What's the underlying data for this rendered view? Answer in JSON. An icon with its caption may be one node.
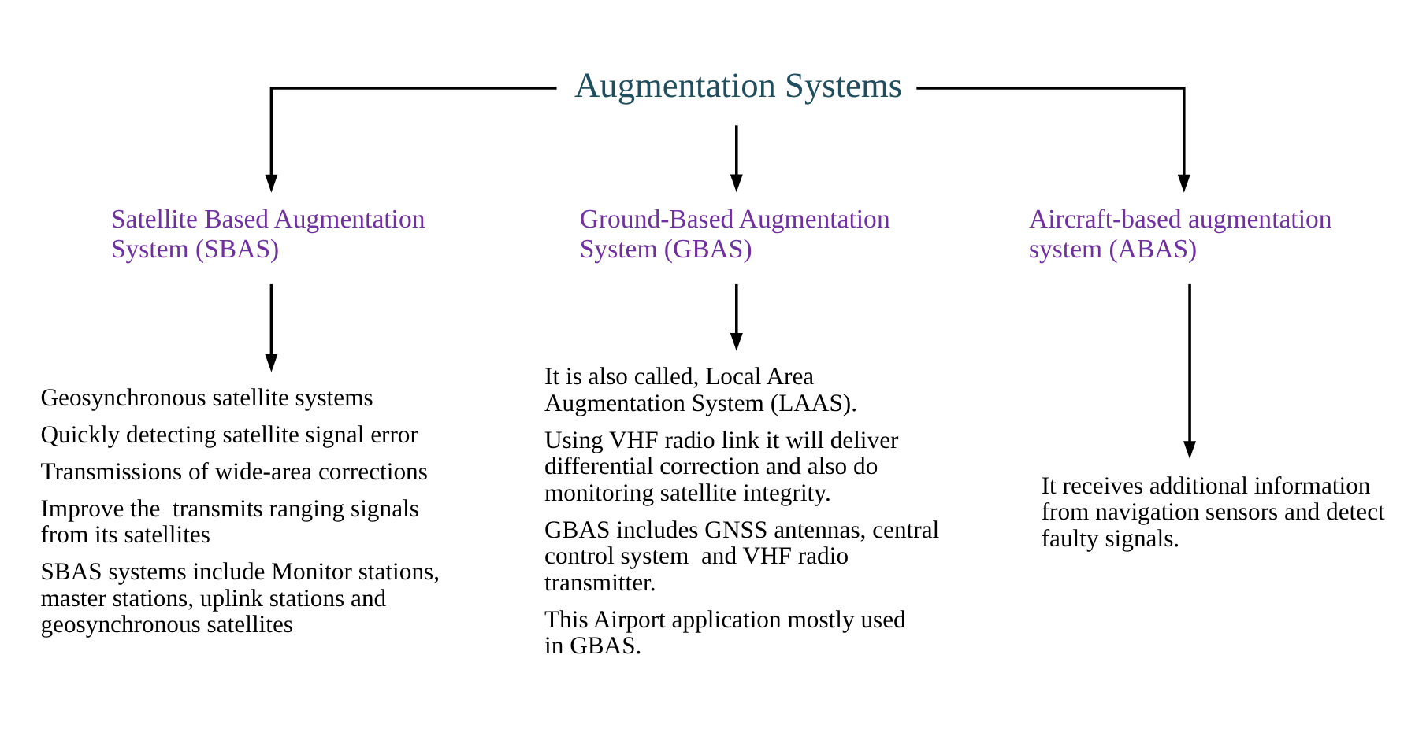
{
  "diagram": {
    "nodes": [
      {
        "text": [
          "Augmentation Systems"
        ]
      },
      {
        "text": [
          "Satellite Based Augmentation System (SBAS)"
        ]
      },
      {
        "text": [
          "Ground-Based Augmentation System (GBAS)"
        ]
      },
      {
        "text": [
          "Aircraft-based augmentation system (ABAS)"
        ]
      },
      {
        "text": [
          "Geosynchronous satellite systems",
          "Quickly detecting satellite signal error",
          "Transmissions of wide-area corrections",
          "Improve the  transmits ranging signals from its satellites",
          "SBAS systems include Monitor stations, master stations, uplink stations and geosynchronous satellites"
        ]
      },
      {
        "text": [
          "It is also called, Local Area Augmentation System (LAAS).",
          "Using VHF radio link it will deliver differential correction and also do monitoring satellite integrity.",
          "GBAS includes GNSS antennas, central control system  and VHF radio transmitter.",
          "This Airport application mostly used in GBAS."
        ]
      },
      {
        "text": [
          "It receives additional information from navigation sensors and detect faulty signals."
        ]
      }
    ],
    "edges": [
      {
        "from": 0,
        "to": 1,
        "arrow": "to"
      },
      {
        "from": 0,
        "to": 2,
        "arrow": "to"
      },
      {
        "from": 0,
        "to": 3,
        "arrow": "to"
      },
      {
        "from": 1,
        "to": 4,
        "arrow": "to"
      },
      {
        "from": 2,
        "to": 5,
        "arrow": "to"
      },
      {
        "from": 3,
        "to": 6,
        "arrow": "to"
      }
    ]
  }
}
